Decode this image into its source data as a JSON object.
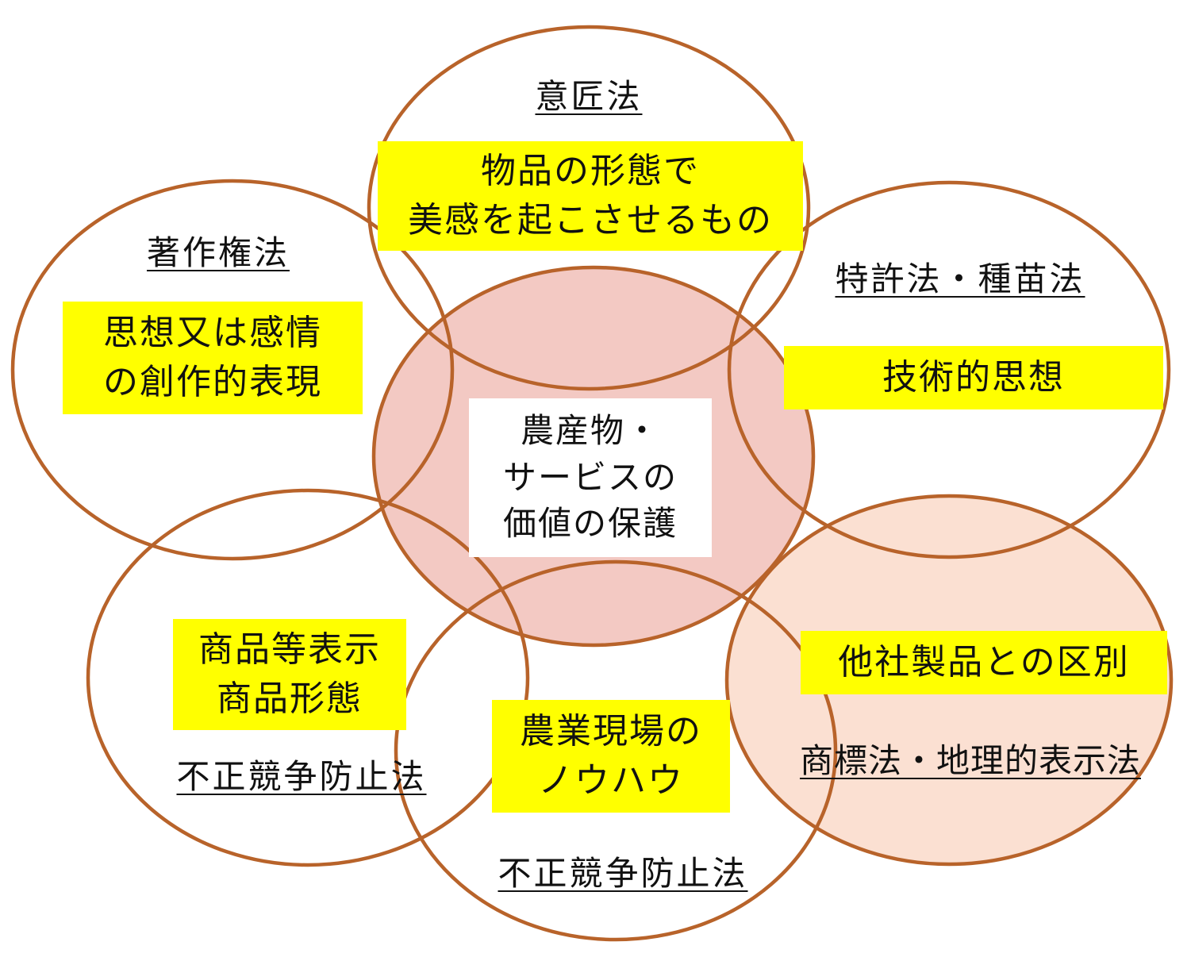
{
  "center": {
    "lines": [
      "農産物・",
      "サービスの",
      "価値の保護"
    ]
  },
  "areas": {
    "design": {
      "law": "意匠法",
      "lines": [
        "物品の形態で",
        "美感を起こさせるもの"
      ]
    },
    "copyright": {
      "law": "著作権法",
      "lines": [
        "思想又は感情",
        "の創作的表現"
      ]
    },
    "patent": {
      "law": "特許法・種苗法",
      "lines": [
        "技術的思想"
      ]
    },
    "trademark": {
      "law": "商標法・地理的表示法",
      "lines": [
        "他社製品との区別"
      ]
    },
    "unfair_product": {
      "law": "不正競争防止法",
      "lines": [
        "商品等表示",
        "商品形態"
      ]
    },
    "unfair_knowhow": {
      "law": "不正競争防止法",
      "lines": [
        "農業現場の",
        "ノウハウ"
      ]
    }
  },
  "colors": {
    "outline": "#B8632A",
    "center_fill": "#F3C9C3",
    "trademark_fill": "#FBE0D2",
    "highlight": "#FFFF00"
  }
}
